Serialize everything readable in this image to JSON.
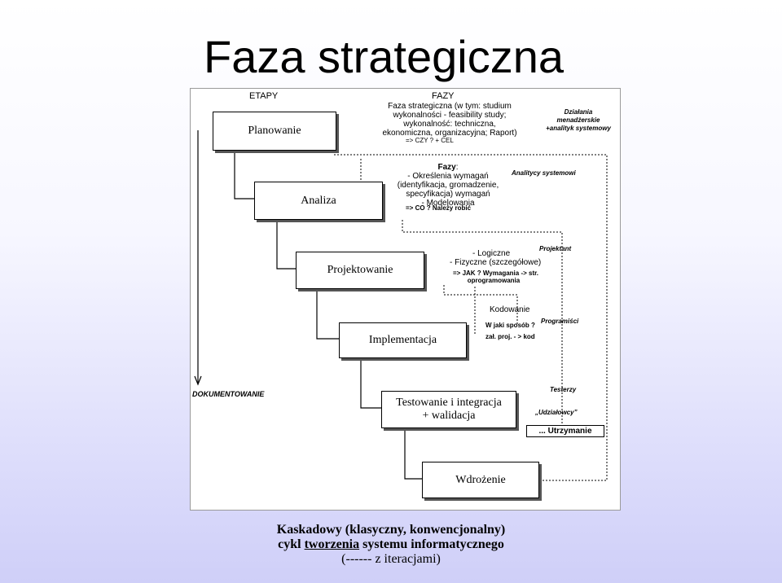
{
  "title": "Faza strategiczna",
  "header": {
    "etapy": "ETAPY",
    "fazy": "FAZY"
  },
  "stages": {
    "planowanie": "Planowanie",
    "analiza": "Analiza",
    "projektowanie": "Projektowanie",
    "implementacja": "Implementacja",
    "testowanie_line1": "Testowanie i integracja",
    "testowanie_line2": "+ walidacja",
    "wdrozenie": "Wdrożenie"
  },
  "planowanie_desc": {
    "line1": "Faza strategiczna (w tym: studium",
    "line2": "wykonalności - feasibility study;",
    "line3": "wykonalność: techniczna,",
    "line4": "ekonomiczna, organizacyjna; Raport)",
    "note": "=> CZY ? + CEL"
  },
  "planowanie_roles": {
    "line1": "Działania",
    "line2": "menadżerskie",
    "line3": "+analityk systemowy"
  },
  "analiza_desc": {
    "heading": "Fazy",
    "heading_suffix": ":",
    "line1": "- Określenia wymagań",
    "line2": "(identyfikacja, gromadzenie,",
    "line3": "specyfikacja) wymagań",
    "line4": "- Modelowania",
    "note": "=> CO ? Należy robić"
  },
  "analiza_roles": "Analitycy systemowi",
  "projektowanie_desc": {
    "line1": "- Logiczne",
    "line2": "- Fizyczne (szczegółowe)",
    "note1": "=> JAK ? Wymagania -> str.",
    "note2": "oprogramowania"
  },
  "projektowanie_roles": "Projektant",
  "implementacja_desc": {
    "line1": "Kodowanie",
    "note1": "W jaki sposób ?",
    "note2": "zał. proj. - > kod"
  },
  "implementacja_roles": "Programiści",
  "dokumentowanie": "DOKUMENTOWANIE",
  "testowanie_roles": {
    "testerzy": "Testerzy",
    "udzialowcy": "„Udziałowcy”"
  },
  "utrzymanie": "... Utrzymanie",
  "caption": {
    "line1": "Kaskadowy (klasyczny, konwencjonalny)",
    "line2_pre": "cykl ",
    "line2_u": "tworzenia",
    "line2_post": " systemu informatycznego",
    "line3": "(------ z iteracjami)"
  }
}
